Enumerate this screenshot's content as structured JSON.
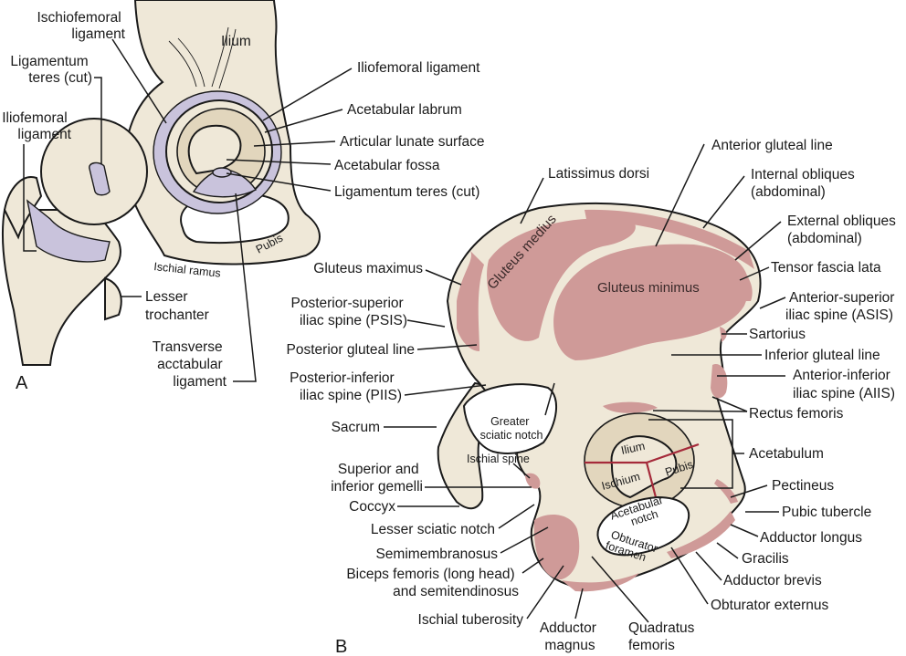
{
  "figure": {
    "panel_a": {
      "panel_label": "A",
      "labels": {
        "ischiofemoral_ligament": [
          "Ischiofemoral",
          "ligament"
        ],
        "ilium": "Ilium",
        "ligamentum_teres_left": [
          "Ligamentum",
          "teres (cut)"
        ],
        "iliofemoral_ligament_left": [
          "Iliofemoral",
          "ligament"
        ],
        "iliofemoral_ligament_right": "Iliofemoral ligament",
        "acetabular_labrum": "Acetabular labrum",
        "articular_lunate_surface": "Articular lunate surface",
        "acetabular_fossa": "Acetabular fossa",
        "ligamentum_teres_right": "Ligamentum teres (cut)",
        "ischial_ramus": "Ischial ramus",
        "pubis": "Pubis",
        "lesser_trochanter": [
          "Lesser",
          "trochanter"
        ],
        "transverse_acetabular_ligament": [
          "Transverse",
          "acctabular",
          "ligament"
        ]
      }
    },
    "panel_b": {
      "panel_label": "B",
      "inner_labels": {
        "gluteus_medius": "Gluteus medius",
        "gluteus_minimus": "Gluteus minimus",
        "greater_sciatic_notch": [
          "Greater",
          "sciatic notch"
        ],
        "ischial_spine": "Ischial spine",
        "ilium": "Ilium",
        "ischium": "Ischium",
        "pubis": "Pubis",
        "acetabular_notch": [
          "Acetabular",
          "notch"
        ],
        "obturator_foramen": [
          "Obturator",
          "foramen"
        ]
      },
      "labels": {
        "latissimus_dorsi": "Latissimus dorsi",
        "anterior_gluteal_line": "Anterior gluteal line",
        "internal_obliques": [
          "Internal obliques",
          "(abdominal)"
        ],
        "external_obliques": [
          "External obliques",
          "(abdominal)"
        ],
        "tensor_fascia_lata": "Tensor fascia lata",
        "asis": [
          "Anterior-superior",
          "iliac spine (ASIS)"
        ],
        "sartorius": "Sartorius",
        "inferior_gluteal_line": "Inferior gluteal line",
        "aiis": [
          "Anterior-inferior",
          "iliac spine (AIIS)"
        ],
        "rectus_femoris": "Rectus femoris",
        "acetabulum": "Acetabulum",
        "pectineus": "Pectineus",
        "pubic_tubercle": "Pubic tubercle",
        "adductor_longus": "Adductor longus",
        "gracilis": "Gracilis",
        "adductor_brevis": "Adductor brevis",
        "obturator_externus": "Obturator externus",
        "quadratus_femoris": [
          "Quadratus",
          "femoris"
        ],
        "adductor_magnus": [
          "Adductor",
          "magnus"
        ],
        "ischial_tuberosity": "Ischial tuberosity",
        "biceps_femoris": [
          "Biceps femoris (long head)",
          "and semitendinosus"
        ],
        "semimembranosus": "Semimembranosus",
        "lesser_sciatic_notch": "Lesser sciatic notch",
        "coccyx": "Coccyx",
        "gemelli": [
          "Superior and",
          "inferior gemelli"
        ],
        "sacrum": "Sacrum",
        "piis": [
          "Posterior-inferior",
          "iliac spine (PIIS)"
        ],
        "posterior_gluteal_line": "Posterior gluteal line",
        "psis": [
          "Posterior-superior",
          "iliac spine (PSIS)"
        ],
        "gluteus_maximus": "Gluteus maximus"
      }
    },
    "colors": {
      "bone": "#efe8d8",
      "articular_surface": "#e2d6bd",
      "ligament": "#c9c3dc",
      "muscle_attachment": "#cf9a98",
      "suture_lines": "#a52a3a"
    }
  }
}
